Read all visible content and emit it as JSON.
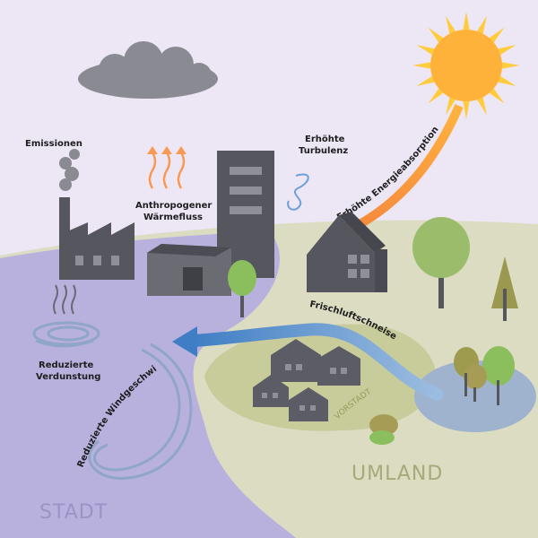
{
  "labels": {
    "emissionen": "Emissionen",
    "waermefluss_1": "Anthropogener",
    "waermefluss_2": "Wärmefluss",
    "turbulenz_1": "Erhöhte",
    "turbulenz_2": "Turbulenz",
    "energieabsorption": "Erhöhte Energieabsorption",
    "frischluftschneise": "Frischluftschneise",
    "verdunstung_1": "Reduzierte",
    "verdunstung_2": "Verdunstung",
    "windgeschwindigkeit": "Reduzierte Windgeschwindigkeit",
    "vorstadt": "VORSTADT",
    "umland": "UMLAND",
    "stadt": "STADT"
  },
  "colors": {
    "sky": "#ece6f5",
    "city": "#b8b1de",
    "umland": "#dcdcc2",
    "vorstadt": "#c7cc9a",
    "buildings": "#56565e",
    "sun": "#ffb23a",
    "heat": "#f79a55",
    "fresh_air": "#4d86c6",
    "water": "#8fa6c8"
  }
}
